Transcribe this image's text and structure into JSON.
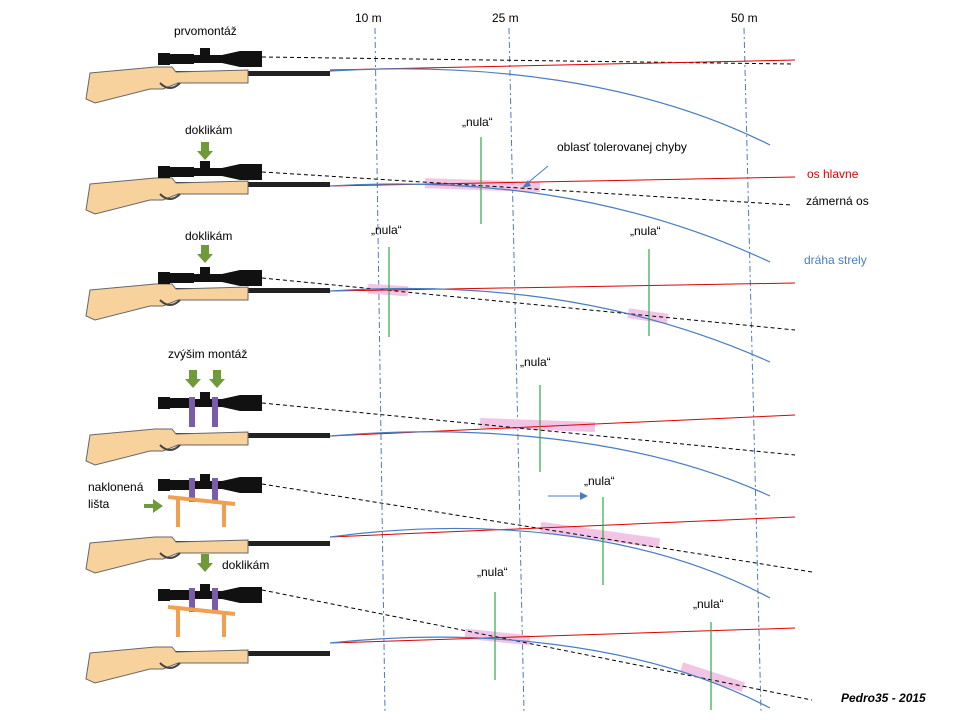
{
  "distances": {
    "d10": "10 m",
    "d25": "25 m",
    "d50": "50 m"
  },
  "steps": {
    "s1": "prvomontáž",
    "s2": "doklikám",
    "s3": "doklikám",
    "s4": "zvýšim montáž",
    "s5_line1": "naklonená",
    "s5_line2": "lišta",
    "s6": "doklikám"
  },
  "legend": {
    "barrel_axis": "os hlavne",
    "sight_axis": "zámerná os",
    "trajectory": "dráha strely",
    "tolerance": "oblasť tolerovanej chyby"
  },
  "zero_label": "„nula“",
  "credit": "Pedro35 - 2015",
  "colors": {
    "barrel_axis": "#e00000",
    "trajectory": "#4a7dc0",
    "zero_marker": "#2ea84a",
    "tolerance_zone": "#f2c4e6",
    "arrow": "#6f9a3a",
    "mount": "#7b5ca8",
    "rail": "#f0a050",
    "stock": "#f8d29c"
  }
}
